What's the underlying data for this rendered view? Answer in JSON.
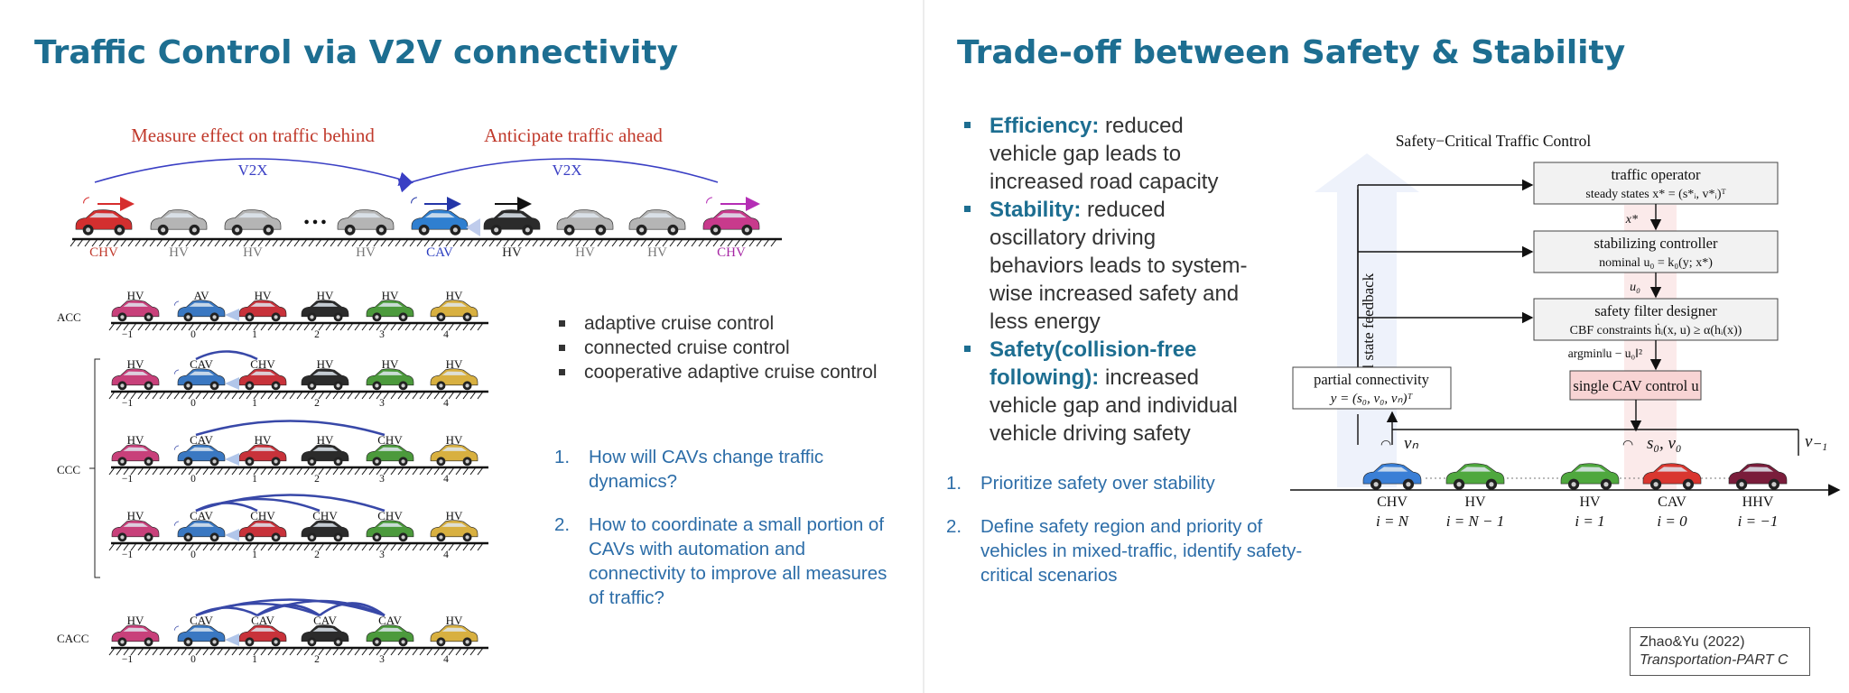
{
  "left_slide": {
    "title": "Traffic Control via V2V connectivity",
    "top_figure": {
      "measure_label": "Measure effect on traffic behind",
      "anticipate_label": "Anticipate traffic ahead",
      "v2x_left": "V2X",
      "v2x_right": "V2X",
      "dots": "…",
      "vehicles": [
        {
          "label": "CHV",
          "color": "#d32f2f",
          "label_color": "#c0392b"
        },
        {
          "label": "HV",
          "color": "#b5b5b5",
          "label_color": "#777777"
        },
        {
          "label": "HV",
          "color": "#b5b5b5",
          "label_color": "#777777"
        },
        {
          "label": "HV",
          "color": "#b5b5b5",
          "label_color": "#777777"
        },
        {
          "label": "CAV",
          "color": "#2f7fd0",
          "label_color": "#2a3dbf"
        },
        {
          "label": "HV",
          "color": "#2b2b2b",
          "label_color": "#222222"
        },
        {
          "label": "HV",
          "color": "#b5b5b5",
          "label_color": "#777777"
        },
        {
          "label": "HV",
          "color": "#b5b5b5",
          "label_color": "#777777"
        },
        {
          "label": "CHV",
          "color": "#c83a8c",
          "label_color": "#a626a4"
        }
      ]
    },
    "strategy_figure": {
      "acc_label": "ACC",
      "ccc_label": "CCC",
      "cacc_label": "CACC",
      "car_colors": [
        "#c8407a",
        "#3a78c2",
        "#c8323a",
        "#2b2b2b",
        "#4c9a3c",
        "#d8b040"
      ],
      "index_labels": [
        "−1",
        "0",
        "1",
        "2",
        "3",
        "4"
      ],
      "rows": [
        {
          "labels": [
            "HV",
            "AV",
            "HV",
            "HV",
            "HV",
            "HV"
          ]
        },
        {
          "labels": [
            "HV",
            "CAV",
            "CHV",
            "HV",
            "HV",
            "HV"
          ]
        },
        {
          "labels": [
            "HV",
            "CAV",
            "HV",
            "HV",
            "CHV",
            "HV"
          ]
        },
        {
          "labels": [
            "HV",
            "CAV",
            "CHV",
            "CHV",
            "CHV",
            "HV"
          ]
        },
        {
          "labels": [
            "HV",
            "CAV",
            "CAV",
            "CAV",
            "CAV",
            "HV"
          ]
        }
      ]
    },
    "bullets": [
      "adaptive cruise control",
      "connected cruise control",
      "cooperative adaptive cruise control"
    ],
    "questions": [
      "How will CAVs change traffic dynamics?",
      "How to coordinate a small portion of CAVs with automation and connectivity to improve all measures of traffic?"
    ]
  },
  "right_slide": {
    "title": "Trade-off between Safety & Stability",
    "points": [
      {
        "head": "Efficiency:",
        "text": "reduced vehicle gap leads to increased road capacity"
      },
      {
        "head": "Stability:",
        "text": "reduced oscillatory driving behaviors leads to system-wise increased safety and less energy"
      },
      {
        "head": "Safety(collision-free following):",
        "text": "increased vehicle gap and individual vehicle driving safety"
      }
    ],
    "items": [
      "Prioritize safety over stability",
      "Define safety region and priority of vehicles in mixed-traffic, identify safety-critical scenarios"
    ],
    "diagram": {
      "title": "Safety−Critical Traffic Control",
      "feedback_label": "partial state feedback",
      "traffic_operator": {
        "name": "traffic operator",
        "eq": "steady states x* = (s*ᵢ, v*ᵢ)ᵀ"
      },
      "x_star": "x*",
      "stabilizing_controller": {
        "name": "stabilizing controller",
        "eq": "nominal u₀ = k₀(y; x*)"
      },
      "u0": "u₀",
      "safety_filter": {
        "name": "safety filter designer",
        "eq": "CBF constraints ḣᵢ(x, u) ≥ α(hᵢ(x))"
      },
      "argmin": "argmin‖u − u₀‖²",
      "single_cav": "single CAV control u",
      "partial_connectivity": {
        "name": "partial connectivity",
        "eq": "y = (s₀, v₀, vₙ)ᵀ"
      },
      "v_n": "vₙ",
      "s0_v0": "s₀, v₀",
      "v_minus1": "v₋₁",
      "vehicles": [
        {
          "label": "CHV",
          "index": "i = N",
          "color": "#3a7fd6"
        },
        {
          "label": "HV",
          "index": "i = N − 1",
          "color": "#4fa83e"
        },
        {
          "label": "HV",
          "index": "i = 1",
          "color": "#4fa83e"
        },
        {
          "label": "CAV",
          "index": "i = 0",
          "color": "#d9362f"
        },
        {
          "label": "HHV",
          "index": "i = −1",
          "color": "#7a1d3b"
        }
      ]
    },
    "citation": {
      "authors": "Zhao&Yu  (2022)",
      "journal": "Transportation-PART C"
    }
  }
}
